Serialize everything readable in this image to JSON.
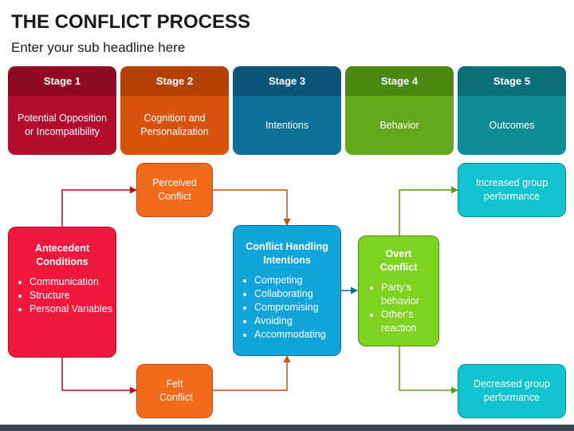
{
  "header": {
    "title": "THE CONFLICT PROCESS",
    "subtitle": "Enter your sub headline here"
  },
  "stages": [
    {
      "label": "Stage 1",
      "text": "Potential Opposition or Incompatibility"
    },
    {
      "label": "Stage 2",
      "text": "Cognition and Personalization"
    },
    {
      "label": "Stage 3",
      "text": "Intentions"
    },
    {
      "label": "Stage 4",
      "text": "Behavior"
    },
    {
      "label": "Stage 5",
      "text": "Outcomes"
    }
  ],
  "nodes": {
    "antecedent": {
      "title": "Antecedent Conditions",
      "items": [
        "Communication",
        "Structure",
        "Personal Variables"
      ]
    },
    "perceived": {
      "text": "Perceived Conflict"
    },
    "felt": {
      "text": "Felt Conflict"
    },
    "handling": {
      "title": "Conflict Handling Intentions",
      "items": [
        "Competing",
        "Collaborating",
        "Compromising",
        "Avoiding",
        "Accommodating"
      ]
    },
    "overt": {
      "title": "Overt Conflict",
      "items": [
        "Party’s behavior",
        "Other’s reaction"
      ]
    },
    "increased": {
      "text": "Increased group performance"
    },
    "decreased": {
      "text": "Decreased group performance"
    }
  },
  "colors": {
    "red_connector": "#b80a26",
    "orange_connector": "#c24e0b",
    "blue_connector": "#0a6d97",
    "green_connector": "#5b9e16"
  }
}
